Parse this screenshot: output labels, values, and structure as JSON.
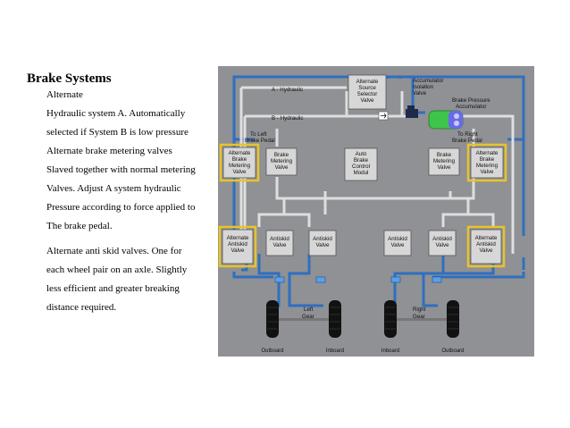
{
  "slide": {
    "title": "Brake Systems",
    "paragraph1": [
      "Alternate",
      "Hydraulic system A. Automatically",
      "selected if System B is low pressure",
      "Alternate brake metering valves",
      "Slaved together with normal metering",
      "Valves. Adjust A system hydraulic",
      "Pressure according to force applied to",
      "The brake pedal."
    ],
    "paragraph2": [
      "Alternate anti skid valves. One for",
      "each wheel pair on an axle. Slightly",
      "less efficient and greater breaking",
      "distance required."
    ]
  },
  "diagram": {
    "line_a": "A - Hydraulic",
    "line_b": "B - Hydraulic",
    "selector": [
      "Alternate",
      "Source",
      "Selector",
      "Valve"
    ],
    "isolation": [
      "Accumulator",
      "Isolation",
      "Valve"
    ],
    "accumulator": [
      "Brake Pressure",
      "Accumulator"
    ],
    "left_pedal": [
      "To Left",
      "Brake Pedal"
    ],
    "right_pedal": [
      "To Right",
      "Brake Pedal"
    ],
    "alt_metering": [
      "Alternate",
      "Brake",
      "Metering",
      "Valve"
    ],
    "metering": [
      "Brake",
      "Metering",
      "Valve"
    ],
    "autobrake": [
      "Auto",
      "Brake",
      "Control",
      "Modul"
    ],
    "alt_antiskid": [
      "Alternate",
      "Antiskid",
      "Valve"
    ],
    "antiskid": [
      "Antiskid",
      "Valve"
    ],
    "left_gear": [
      "Left",
      "Gear"
    ],
    "right_gear": [
      "Right",
      "Gear"
    ],
    "outboard": "Outboard",
    "inboard": "Inboard",
    "colors": {
      "hydraulic_a": "#2f6fc0",
      "highlight": "#e8c32a",
      "accumulator": "#3ec44a",
      "box": "#d7d7d7"
    }
  }
}
